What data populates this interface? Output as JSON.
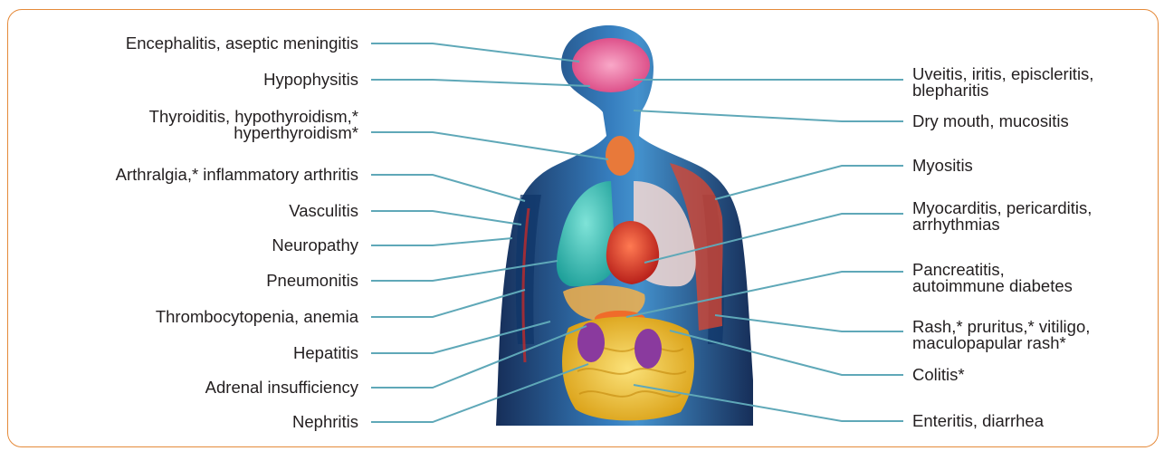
{
  "labels": {
    "encephalitis": "Encephalitis, aseptic meningitis",
    "hypophysitis": "Hypophysitis",
    "thyroiditis_1": "Thyroiditis, hypothyroidism,*",
    "thyroiditis_2": "hyperthyroidism*",
    "arthralgia": "Arthralgia,* inflammatory arthritis",
    "vasculitis": "Vasculitis",
    "neuropathy": "Neuropathy",
    "pneumonitis": "Pneumonitis",
    "thrombocytopenia": "Thrombocytopenia, anemia",
    "hepatitis": "Hepatitis",
    "adrenal": "Adrenal insufficiency",
    "nephritis": "Nephritis",
    "uveitis_1": "Uveitis, iritis, episcleritis,",
    "uveitis_2": "blepharitis",
    "dry_mouth": "Dry mouth, mucositis",
    "myositis": "Myositis",
    "myocarditis_1": "Myocarditis, pericarditis,",
    "myocarditis_2": "arrhythmias",
    "pancreatitis_1": "Pancreatitis,",
    "pancreatitis_2": "autoimmune diabetes",
    "rash_1": "Rash,* pruritus,* vitiligo,",
    "rash_2": "maculopapular rash*",
    "colitis": "Colitis*",
    "enteritis": "Enteritis, diarrhea"
  },
  "colors": {
    "frame": "#e58a3a",
    "leader_line": "#5fa8b8",
    "body_dark": "#0b2a55",
    "body_light": "#2e7bbf",
    "brain": "#f06aa0",
    "lungs": "#3cc9bd",
    "heart": "#e23b2a",
    "intestine": "#f2c531",
    "kidney": "#8a3a9e",
    "muscle": "#e0452e",
    "thyroid": "#e8793a",
    "liver": "#f39a4a"
  }
}
